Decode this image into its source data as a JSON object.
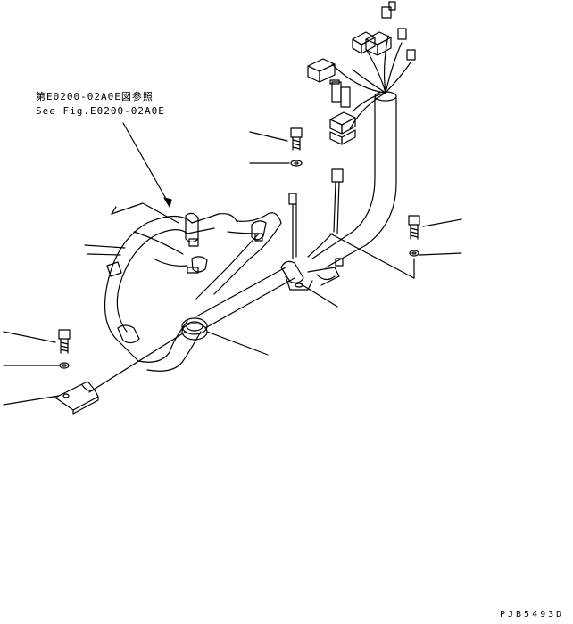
{
  "reference": {
    "japanese": "第E0200-02A0E図参照",
    "english": "See Fig.E0200-02A0E"
  },
  "drawing_number": "PJB5493D"
}
